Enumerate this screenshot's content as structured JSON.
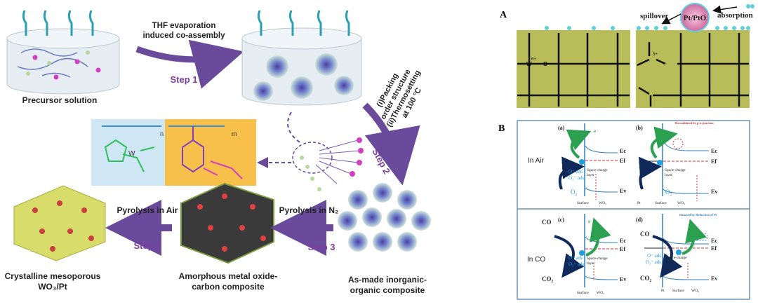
{
  "left_scheme": {
    "precursor_label": "Precursor solution",
    "arrow1_line1": "THF evaporation",
    "arrow1_line2": "induced co-assembly",
    "step1": "Step 1",
    "step2": "Step 2",
    "step2_line1": "(i)Packing",
    "step2_line2": "order structure",
    "step2_line3": "(ii)Thermosetting",
    "step2_line4": "at 100 °C",
    "step3": "Step 3",
    "step3_label": "Pyrolysis in N₂",
    "step4": "Step 4",
    "step4_label": "Pyrolysis in Air",
    "product1_line1": "Crystalline mesoporous",
    "product1_line2": "WO₃/Pt",
    "product2_line1": "Amorphous metal oxide-",
    "product2_line2": "carbon composite",
    "product3_line1": "As-made inorganic-",
    "product3_line2": "organic composite",
    "subscript_n": "n",
    "subscript_m": "m"
  },
  "panel_a": {
    "label": "A",
    "spillover": "spillover",
    "ptpto": "Pt/PtO",
    "absorption": "absorption",
    "atom_w": "W",
    "atom_o": "O",
    "charge": "6+",
    "charge_reduced": "5+"
  },
  "panel_b": {
    "label": "B",
    "in_air": "In Air",
    "in_co": "In CO",
    "sub_a": "(a)",
    "sub_b": "(b)",
    "sub_c": "(c)",
    "sub_d": "(d)",
    "ec": "Ec",
    "ef": "Ef",
    "ev": "Ev",
    "space_charge": "Space-charge",
    "layer": "layer",
    "surface": "Surface",
    "wo3": "WO₃",
    "pt": "Pt",
    "o2": "O₂",
    "co": "CO",
    "co2": "CO₂",
    "o_ads": "O⁻ ads",
    "o2_ads": "O₂⁻ ads",
    "electron": "e⁻",
    "recombined": "Recombined by p-n junction",
    "donated": "Donated by Reduction of Pt"
  },
  "colors": {
    "cylinder": "#dfe8f0",
    "purple_arrow": "#6a4a9a",
    "step_text": "#7b3fa0",
    "grid_bg": "#b8bd5a",
    "band_line": "#2f7fbf",
    "ef_dash": "#d93030",
    "box_border": "#6a8fb5",
    "struct_blue": "#cfe6f5",
    "struct_orange": "#f6c04a"
  }
}
